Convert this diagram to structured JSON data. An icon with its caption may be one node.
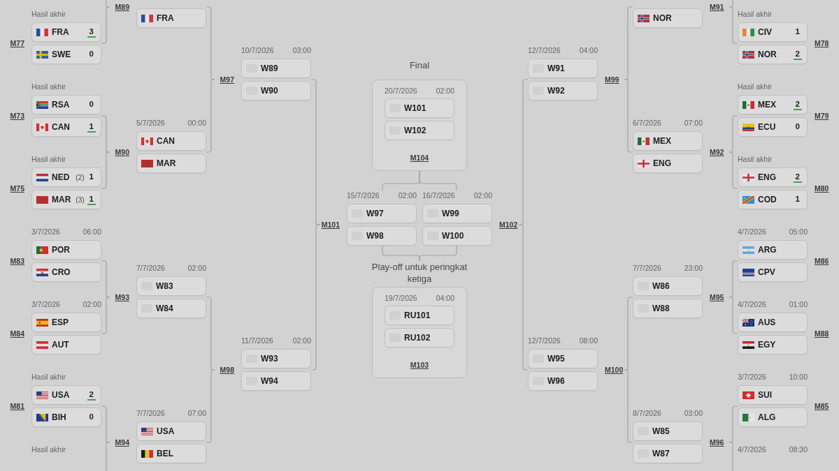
{
  "diagram": {
    "nodes": [
      {
        "text": [
          "Hasil akhir",
          "M77"
        ]
      },
      {
        "text": [
          "FRA",
          "3"
        ],
        "in": 0
      },
      {
        "text": [
          "SWE",
          "0"
        ],
        "in": 0
      },
      {
        "text": [
          "Hasil akhir",
          "M73"
        ]
      },
      {
        "text": [
          "RSA",
          "0"
        ],
        "in": 3
      },
      {
        "text": [
          "CAN",
          "1"
        ],
        "in": 3
      },
      {
        "text": [
          "Hasil akhir",
          "M75"
        ]
      },
      {
        "text": [
          "NED",
          "(2)",
          "1"
        ],
        "in": 6
      },
      {
        "text": [
          "MAR",
          "(3)",
          "1"
        ],
        "in": 6
      },
      {
        "text": [
          "3/7/2026",
          "06:00",
          "M83"
        ]
      },
      {
        "text": [
          "POR"
        ],
        "in": 9
      },
      {
        "text": [
          "CRO"
        ],
        "in": 9
      },
      {
        "text": [
          "3/7/2026",
          "02:00",
          "M84"
        ]
      },
      {
        "text": [
          "ESP"
        ],
        "in": 12
      },
      {
        "text": [
          "AUT"
        ],
        "in": 12
      },
      {
        "text": [
          "Hasil akhir",
          "M81"
        ]
      },
      {
        "text": [
          "USA",
          "2"
        ],
        "in": 15
      },
      {
        "text": [
          "BIH",
          "0"
        ],
        "in": 15
      },
      {
        "text": [
          "M89"
        ]
      },
      {
        "text": [
          "FRA"
        ],
        "in": 18
      },
      {
        "text": [
          "5/7/2026",
          "00:00",
          "M90"
        ]
      },
      {
        "text": [
          "CAN"
        ],
        "in": 20
      },
      {
        "text": [
          "MAR"
        ],
        "in": 20
      },
      {
        "text": [
          "7/7/2026",
          "02:00",
          "M93"
        ]
      },
      {
        "text": [
          "W83"
        ],
        "in": 23
      },
      {
        "text": [
          "W84"
        ],
        "in": 23
      },
      {
        "text": [
          "7/7/2026",
          "07:00",
          "M94"
        ]
      },
      {
        "text": [
          "USA"
        ],
        "in": 26
      },
      {
        "text": [
          "BEL"
        ],
        "in": 26
      },
      {
        "text": [
          "10/7/2026",
          "03:00",
          "M97"
        ]
      },
      {
        "text": [
          "W89"
        ],
        "in": 29
      },
      {
        "text": [
          "W90"
        ],
        "in": 29
      },
      {
        "text": [
          "11/7/2026",
          "02:00",
          "M98"
        ]
      },
      {
        "text": [
          "W93"
        ],
        "in": 32
      },
      {
        "text": [
          "W94"
        ],
        "in": 32
      },
      {
        "text": [
          "Final",
          "20/7/2026",
          "02:00",
          "M104"
        ]
      },
      {
        "text": [
          "W101"
        ],
        "in": 35
      },
      {
        "text": [
          "W102"
        ],
        "in": 35
      },
      {
        "text": [
          "15/7/2026",
          "02:00",
          "M101"
        ]
      },
      {
        "text": [
          "W97"
        ],
        "in": 38
      },
      {
        "text": [
          "W98"
        ],
        "in": 38
      },
      {
        "text": [
          "16/7/2026",
          "02:00",
          "M102"
        ]
      },
      {
        "text": [
          "W99"
        ],
        "in": 41
      },
      {
        "text": [
          "W100"
        ],
        "in": 41
      },
      {
        "text": [
          "Play-off untuk peringkat ketiga",
          "19/7/2026",
          "04:00",
          "M103"
        ]
      },
      {
        "text": [
          "RU101"
        ],
        "in": 44
      },
      {
        "text": [
          "RU102"
        ],
        "in": 44
      },
      {
        "text": [
          "12/7/2026",
          "04:00",
          "M99"
        ]
      },
      {
        "text": [
          "W91"
        ],
        "in": 47
      },
      {
        "text": [
          "W92"
        ],
        "in": 47
      },
      {
        "text": [
          "12/7/2026",
          "08:00",
          "M100"
        ]
      },
      {
        "text": [
          "W95"
        ],
        "in": 50
      },
      {
        "text": [
          "W96"
        ],
        "in": 50
      },
      {
        "text": [
          "M91"
        ]
      },
      {
        "text": [
          "NOR"
        ],
        "in": 53
      },
      {
        "text": [
          "6/7/2026",
          "07:00",
          "M92"
        ]
      },
      {
        "text": [
          "MEX"
        ],
        "in": 55
      },
      {
        "text": [
          "ENG"
        ],
        "in": 55
      },
      {
        "text": [
          "7/7/2026",
          "23:00",
          "M95"
        ]
      },
      {
        "text": [
          "W86"
        ],
        "in": 58
      },
      {
        "text": [
          "W88"
        ],
        "in": 58
      },
      {
        "text": [
          "8/7/2026",
          "03:00",
          "M96"
        ]
      },
      {
        "text": [
          "W85"
        ],
        "in": 61
      },
      {
        "text": [
          "W87"
        ],
        "in": 61
      },
      {
        "text": [
          "Hasil akhir",
          "M78"
        ]
      },
      {
        "text": [
          "CIV",
          "1"
        ],
        "in": 64
      },
      {
        "text": [
          "NOR",
          "2"
        ],
        "in": 64
      },
      {
        "text": [
          "Hasil akhir",
          "M79"
        ]
      },
      {
        "text": [
          "MEX",
          "2"
        ],
        "in": 67
      },
      {
        "text": [
          "ECU",
          "0"
        ],
        "in": 67
      },
      {
        "text": [
          "Hasil akhir",
          "M80"
        ]
      },
      {
        "text": [
          "ENG",
          "2"
        ],
        "in": 70
      },
      {
        "text": [
          "COD",
          "1"
        ],
        "in": 70
      },
      {
        "text": [
          "4/7/2026",
          "05:00",
          "M86"
        ]
      },
      {
        "text": [
          "ARG"
        ],
        "in": 73
      },
      {
        "text": [
          "CPV"
        ],
        "in": 73
      },
      {
        "text": [
          "4/7/2026",
          "01:00",
          "M88"
        ]
      },
      {
        "text": [
          "AUS"
        ],
        "in": 76
      },
      {
        "text": [
          "EGY"
        ],
        "in": 76
      },
      {
        "text": [
          "3/7/2026",
          "10:00",
          "M85"
        ]
      },
      {
        "text": [
          "SUI"
        ],
        "in": 79
      },
      {
        "text": [
          "ALG"
        ],
        "in": 79
      }
    ],
    "edges": [
      {
        "from": 0,
        "to": 18,
        "arrow": "none"
      },
      {
        "from": null,
        "to": 18,
        "arrow": "none"
      },
      {
        "from": 3,
        "to": 20,
        "arrow": "none"
      },
      {
        "from": 6,
        "to": 20,
        "arrow": "none"
      },
      {
        "from": 9,
        "to": 23,
        "arrow": "none"
      },
      {
        "from": 12,
        "to": 23,
        "arrow": "none"
      },
      {
        "from": 15,
        "to": 26,
        "arrow": "none"
      },
      {
        "from": null,
        "to": 26,
        "arrow": "none"
      },
      {
        "from": 18,
        "to": 29,
        "arrow": "none"
      },
      {
        "from": 20,
        "to": 29,
        "arrow": "none"
      },
      {
        "from": 23,
        "to": 32,
        "arrow": "none"
      },
      {
        "from": 26,
        "to": 32,
        "arrow": "none"
      },
      {
        "from": 29,
        "to": 38,
        "arrow": "none"
      },
      {
        "from": 32,
        "to": 38,
        "arrow": "none"
      },
      {
        "from": 38,
        "to": 35,
        "arrow": "none"
      },
      {
        "from": 41,
        "to": 35,
        "arrow": "none"
      },
      {
        "from": 38,
        "to": 44,
        "arrow": "none"
      },
      {
        "from": 41,
        "to": 44,
        "arrow": "none"
      },
      {
        "from": 47,
        "to": 41,
        "arrow": "none"
      },
      {
        "from": 50,
        "to": 41,
        "arrow": "none"
      },
      {
        "from": 53,
        "to": 47,
        "arrow": "none"
      },
      {
        "from": 55,
        "to": 47,
        "arrow": "none"
      },
      {
        "from": 58,
        "to": 50,
        "arrow": "none"
      },
      {
        "from": 61,
        "to": 50,
        "arrow": "none"
      },
      {
        "from": null,
        "to": 53,
        "arrow": "none"
      },
      {
        "from": 64,
        "to": 53,
        "arrow": "none"
      },
      {
        "from": 67,
        "to": 55,
        "arrow": "none"
      },
      {
        "from": 70,
        "to": 55,
        "arrow": "none"
      },
      {
        "from": 73,
        "to": 58,
        "arrow": "none"
      },
      {
        "from": 76,
        "to": 58,
        "arrow": "none"
      },
      {
        "from": 79,
        "to": 61,
        "arrow": "none"
      },
      {
        "from": null,
        "to": 61,
        "arrow": "none"
      }
    ],
    "labels": [
      "Hasil akhir",
      "4/7/2026",
      "08:30"
    ]
  }
}
